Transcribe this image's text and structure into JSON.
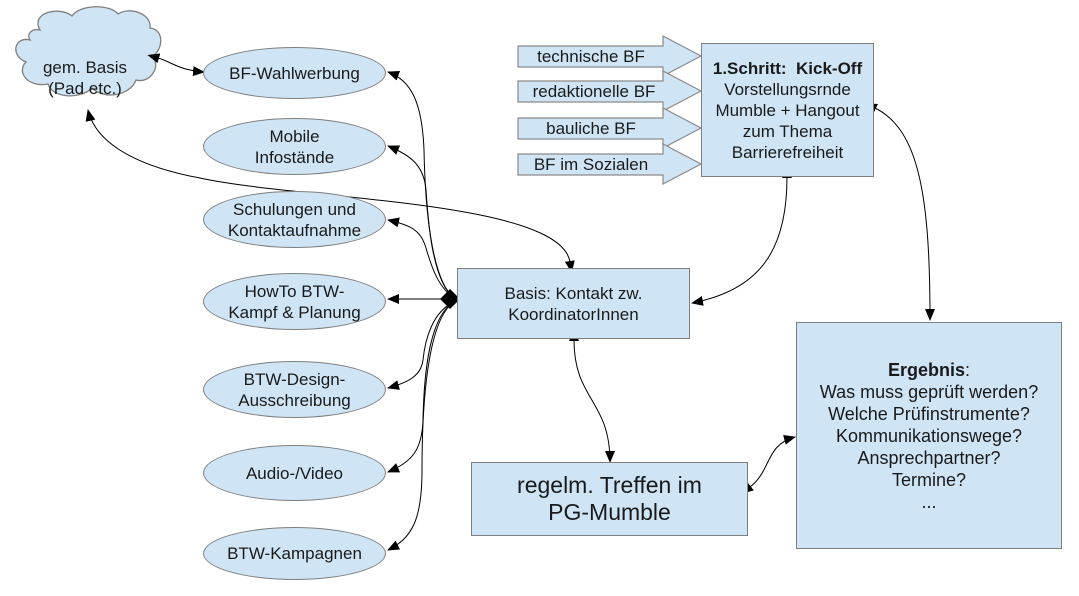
{
  "diagram": {
    "cloud": {
      "label": "gem. Basis\n(Pad etc.)"
    },
    "left_nodes": [
      {
        "id": "bf-wahlwerbung",
        "label": "BF-Wahlwerbung"
      },
      {
        "id": "mobile-infostaende",
        "label": "Mobile\nInfostände"
      },
      {
        "id": "schulungen",
        "label": "Schulungen und\nKontaktaufnahme"
      },
      {
        "id": "howto",
        "label": "HowTo BTW-\nKampf & Planung"
      },
      {
        "id": "design",
        "label": "BTW-Design-\nAusschreibung"
      },
      {
        "id": "audio-video",
        "label": "Audio-/Video"
      },
      {
        "id": "kampagnen",
        "label": "BTW-Kampagnen"
      }
    ],
    "input_arrows": [
      {
        "label": "technische BF"
      },
      {
        "label": "redaktionelle BF"
      },
      {
        "label": "bauliche BF"
      },
      {
        "label": "BF im Sozialen"
      }
    ],
    "kickoff": {
      "title": "1.Schritt:  Kick-Off",
      "body": "Vorstellungsrnde\nMumble + Hangout\nzum Thema\nBarrierefreiheit"
    },
    "basis": {
      "label": "Basis: Kontakt zw.\nKoordinatorInnen"
    },
    "treffen": {
      "label": "regelm. Treffen im\nPG-Mumble"
    },
    "ergebnis": {
      "title": "Ergebnis",
      "title_suffix": ":",
      "lines": "Was muss geprüft werden?\nWelche Prüfinstrumente?\nKommunikationswege?\nAnsprechpartner?\nTermine?\n..."
    },
    "colors": {
      "fill": "#cfe5f5",
      "border": "#7f7f7f",
      "line": "#000000"
    }
  }
}
